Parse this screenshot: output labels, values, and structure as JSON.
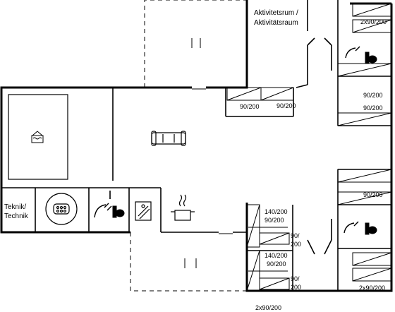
{
  "rooms": {
    "activity_line1": "Aktivitetsrum /",
    "activity_line2": "Aktivitätsraum",
    "technic_line1": "Teknik/",
    "technic_line2": "Technik"
  },
  "beds": {
    "top_right": "2x90/200",
    "right_a": "90/200",
    "right_b": "90/200",
    "right_c": "90/200",
    "center_a": "90/200",
    "center_b": "90/200",
    "double_upper_a": "140/200",
    "double_upper_b": "90/200",
    "single_upper_a": "90/",
    "single_upper_b": "200",
    "double_lower_a": "140/200",
    "double_lower_b": "90/200",
    "single_lower_a": "90/",
    "single_lower_b": "200",
    "bottom_right": "2x90/200",
    "bottom_outside": "2x90/200"
  },
  "colors": {
    "wall": "#000000",
    "background": "#ffffff"
  }
}
